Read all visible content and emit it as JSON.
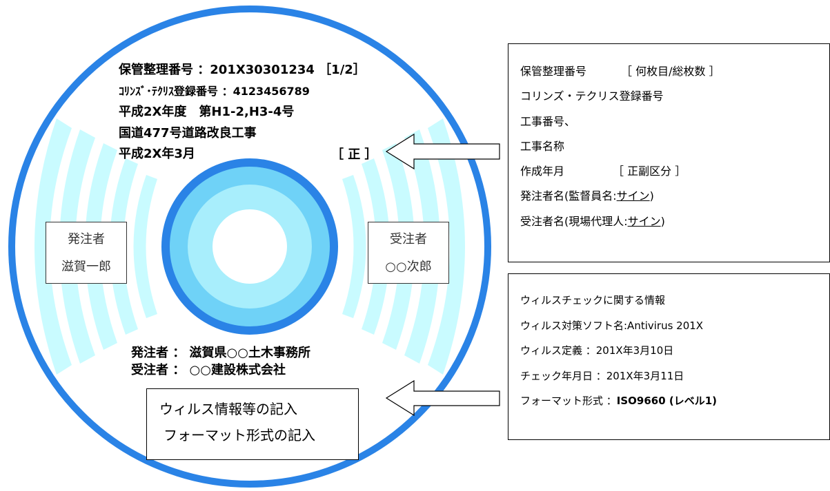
{
  "disc_label": {
    "management_number": "保管整理番号 ：201X30301234 ［1/2］",
    "corins_number": "ｺﾘﾝｽﾞ･ﾃｸﾘｽ登録番号 ：4123456789",
    "fiscal_year": "平成2X年度　第H1-2,H3-4号",
    "project_name": "国道477号道路改良工事",
    "created": "平成2X年3月",
    "seikubun": "［ 正 ］",
    "orderer_line": "発注者 ： 滋賀県○○土木事務所",
    "contractor_line": "受注者 ： ○○建設株式会社"
  },
  "orderer_box": {
    "role": "発注者",
    "name": "滋賀一郎"
  },
  "contractor_box": {
    "role": "受注者",
    "name": "○○次郎"
  },
  "note_box": {
    "line1": "ウィルス情報等の記入",
    "line2": "フォーマット形式の記入"
  },
  "label_panel": {
    "item1": "保管整理番号",
    "item1_suffix": "［ 何枚目/総枚数 ］",
    "item2": "コリンズ・テクリス登録番号",
    "item3": "工事番号、",
    "item4": "工事名称",
    "item5": "作成年月",
    "item5_suffix": "［ 正副区分 ］",
    "item6_prefix": "発注者名(監督員名:",
    "item6_sign": "サイン",
    "item6_close": ")",
    "item7_prefix": "受注者名(現場代理人:",
    "item7_sign": "サイン",
    "item7_close": ")"
  },
  "virus_panel": {
    "heading": "ウィルスチェックに関する情報",
    "software": "ウィルス対策ソフト名:Antivirus 201X",
    "definition": "ウィルス定義 ：201X年3月10日",
    "check_date": "チェック年月日 ：201X年3月11日",
    "format_label": "フォーマット形式 ：",
    "format_value": "ISO9660 (レベル1)"
  },
  "colors": {
    "disc_ring": "#2a83e6",
    "ray_fill": "#c9fbff",
    "hub_outer": "#2a83e6",
    "hub_mid": "#6fd2f7",
    "hub_inner": "#a8eefc"
  }
}
